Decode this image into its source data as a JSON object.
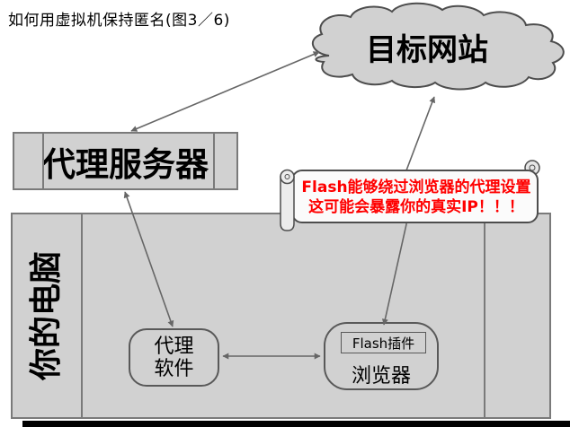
{
  "title": "如何用虚拟机保持匿名(图3／6)",
  "nodes": {
    "target_website": {
      "label": "目标网站",
      "shape": "cloud"
    },
    "proxy_server": {
      "label": "代理服务器",
      "shape": "predefined-process-rect"
    },
    "your_computer": {
      "label": "你的电脑",
      "shape": "predefined-process-rect"
    },
    "proxy_software": {
      "label": "代理软件",
      "lines": [
        "代理",
        "软件"
      ],
      "shape": "rounded-rect"
    },
    "browser": {
      "label": "浏览器",
      "shape": "rounded-rect"
    },
    "flash_plugin": {
      "label": "Flash插件",
      "shape": "rect"
    }
  },
  "warning_callout": {
    "shape": "horizontal-scroll",
    "lines": [
      "Flash能够绕过浏览器的代理设置",
      "这可能会暴露你的真实IP！！！"
    ],
    "text_color": "#ff0000"
  },
  "edges": [
    {
      "from": "proxy_server",
      "to": "target_website",
      "bidirectional": true
    },
    {
      "from": "proxy_software",
      "to": "proxy_server",
      "bidirectional": true
    },
    {
      "from": "proxy_software",
      "to": "browser",
      "bidirectional": true
    },
    {
      "from": "flash_plugin",
      "to": "target_website",
      "bidirectional": true
    }
  ],
  "colors": {
    "background": "#ffffff",
    "shape_fill": "#d1d1d1",
    "shape_stroke": "#7a7a7a",
    "node_stroke": "#595959",
    "arrow": "#666666",
    "scroll_fill": "#fbfbfb",
    "scroll_stroke": "#4d4d4d",
    "warning_text": "#ff0000",
    "bottom_bar": "#000000"
  }
}
